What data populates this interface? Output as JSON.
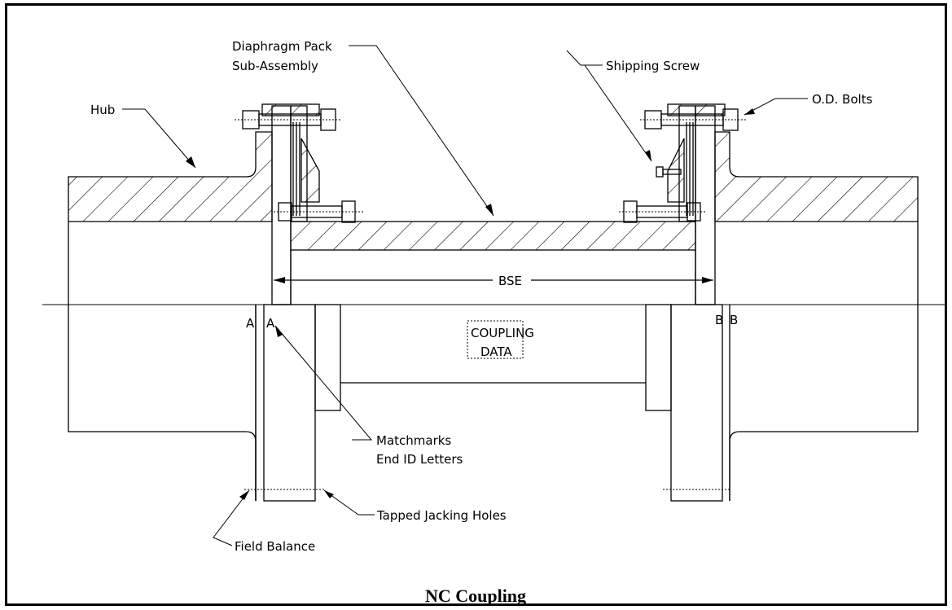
{
  "title": "NC Coupling",
  "labels": {
    "hub": "Hub",
    "diaphragm_line1": "Diaphragm Pack",
    "diaphragm_line2": "Sub-Assembly",
    "shipping_screw": "Shipping Screw",
    "od_bolts": "O.D. Bolts",
    "bse": "BSE",
    "coupling_data_line1": "COUPLING",
    "coupling_data_line2": "DATA",
    "end_a_left": "A",
    "end_a_right": "A",
    "end_b_left": "B",
    "end_b_right": "B",
    "matchmarks_line1": "Matchmarks",
    "matchmarks_line2": "End ID Letters",
    "tapped_jacking_holes": "Tapped Jacking Holes",
    "field_balance": "Field Balance"
  }
}
